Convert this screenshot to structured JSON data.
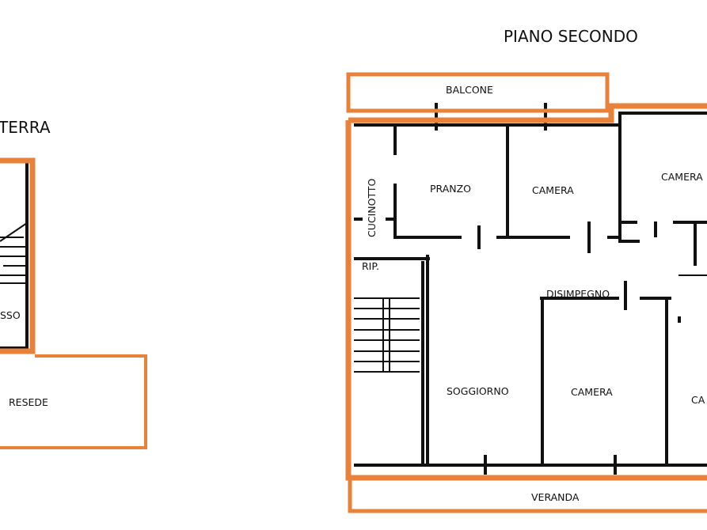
{
  "ground_floor": {
    "title_partial": "TERRA",
    "rooms": {
      "ingresso_partial": "SSO",
      "resede": "RESEDE"
    }
  },
  "second_floor": {
    "title": "PIANO SECONDO",
    "rooms": {
      "balcone": "BALCONE",
      "cucinotto": "CUCINOTTO",
      "pranzo": "PRANZO",
      "camera_1": "CAMERA",
      "camera_2": "CAMERA",
      "rip": "RIP.",
      "disimpegno": "DISIMPEGNO",
      "soggiorno": "SOGGIORNO",
      "camera_3": "CAMERA",
      "camera_4_partial": "CA",
      "veranda": "VERANDA"
    }
  },
  "colors": {
    "outline": "#e8823a",
    "walls": "#111111"
  }
}
